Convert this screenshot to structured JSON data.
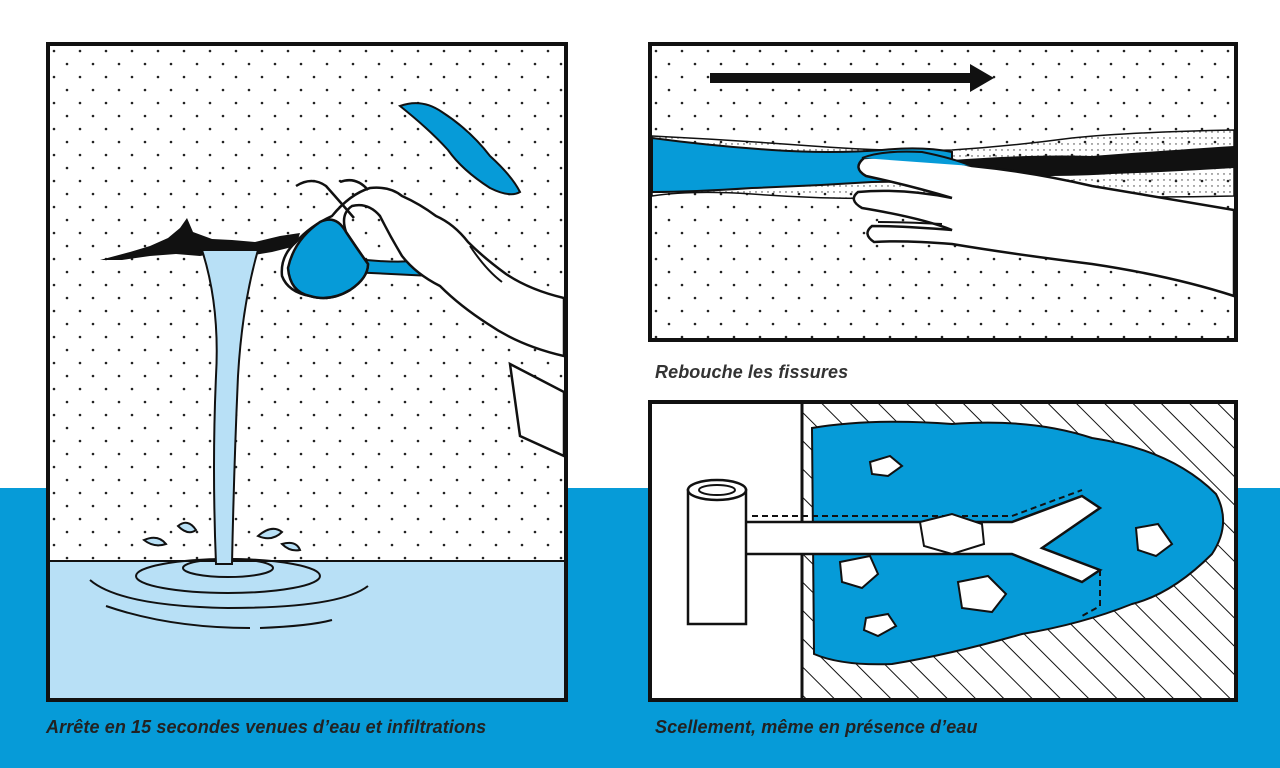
{
  "captions": {
    "stop_water": "Arrête en 15 secondes venues d’eau et infiltrations",
    "fill_cracks": "Rebouche les fissures",
    "sealing": "Scellement, même en présence d’eau"
  },
  "colors": {
    "brand_blue": "#069bd8",
    "water_light": "#b8e0f6",
    "outline": "#111111",
    "background": "#ffffff"
  },
  "illustrations": [
    {
      "id": "stop-leak",
      "depicts": [
        "gloved-hand",
        "wall-crack",
        "water-jet",
        "blue-mortar",
        "water-pool"
      ]
    },
    {
      "id": "fill-cracks",
      "depicts": [
        "hand",
        "direction-arrow",
        "crack",
        "blue-mortar"
      ]
    },
    {
      "id": "sealing",
      "depicts": [
        "pipe",
        "anchor-bar",
        "hatched-wall",
        "blue-mortar",
        "stones"
      ]
    }
  ]
}
